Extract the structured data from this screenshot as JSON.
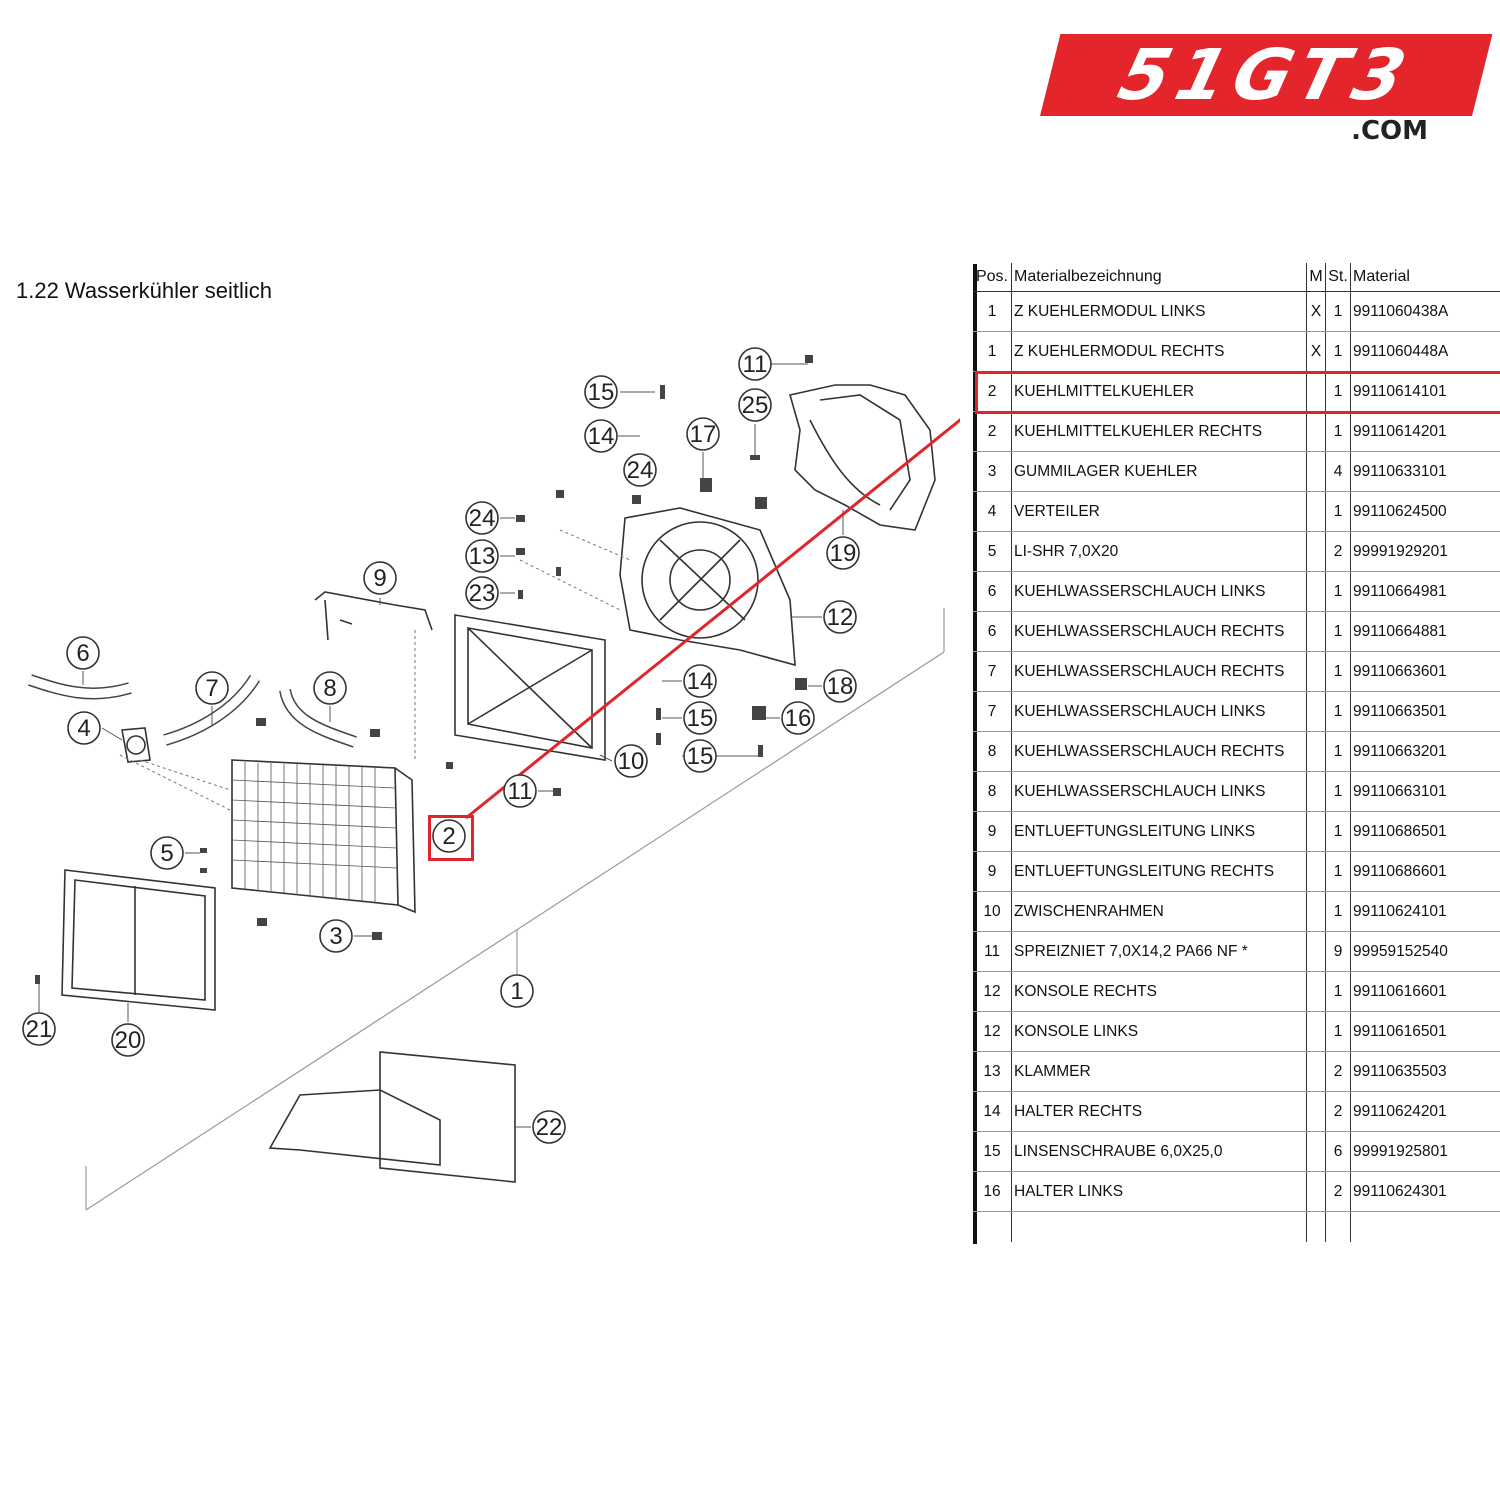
{
  "logo": {
    "text": "51GT3",
    "suffix": ".COM",
    "color": "#e4252b"
  },
  "diagram": {
    "title": "1.22  Wasserkühler seitlich",
    "callouts": [
      {
        "id": "c11a",
        "label": "11"
      },
      {
        "id": "c15a",
        "label": "15"
      },
      {
        "id": "c25",
        "label": "25"
      },
      {
        "id": "c14a",
        "label": "14"
      },
      {
        "id": "c17",
        "label": "17"
      },
      {
        "id": "c24a",
        "label": "24"
      },
      {
        "id": "c24b",
        "label": "24"
      },
      {
        "id": "c13",
        "label": "13"
      },
      {
        "id": "c19",
        "label": "19"
      },
      {
        "id": "c23",
        "label": "23"
      },
      {
        "id": "c9",
        "label": "9"
      },
      {
        "id": "c12",
        "label": "12"
      },
      {
        "id": "c6",
        "label": "6"
      },
      {
        "id": "c7",
        "label": "7"
      },
      {
        "id": "c8",
        "label": "8"
      },
      {
        "id": "c14b",
        "label": "14"
      },
      {
        "id": "c18",
        "label": "18"
      },
      {
        "id": "c4",
        "label": "4"
      },
      {
        "id": "c15b",
        "label": "15"
      },
      {
        "id": "c16",
        "label": "16"
      },
      {
        "id": "c10",
        "label": "10"
      },
      {
        "id": "c15c",
        "label": "15"
      },
      {
        "id": "c11b",
        "label": "11"
      },
      {
        "id": "c2",
        "label": "2"
      },
      {
        "id": "c5",
        "label": "5"
      },
      {
        "id": "c3",
        "label": "3"
      },
      {
        "id": "c1",
        "label": "1"
      },
      {
        "id": "c21",
        "label": "21"
      },
      {
        "id": "c20",
        "label": "20"
      },
      {
        "id": "c22",
        "label": "22"
      }
    ],
    "highlight_color": "#e0262b"
  },
  "table": {
    "headers": {
      "pos": "Pos.",
      "name": "Materialbezeichnung",
      "m": "M",
      "st": "St.",
      "material": "Material"
    },
    "rows": [
      {
        "pos": "1",
        "name": "Z KUEHLERMODUL LINKS",
        "m": "X",
        "st": "1",
        "material": "9911060438A"
      },
      {
        "pos": "1",
        "name": "Z KUEHLERMODUL RECHTS",
        "m": "X",
        "st": "1",
        "material": "9911060448A"
      },
      {
        "pos": "2",
        "name": "KUEHLMITTELKUEHLER",
        "m": "",
        "st": "1",
        "material": "99110614101"
      },
      {
        "pos": "2",
        "name": "KUEHLMITTELKUEHLER RECHTS",
        "m": "",
        "st": "1",
        "material": "99110614201"
      },
      {
        "pos": "3",
        "name": "GUMMILAGER KUEHLER",
        "m": "",
        "st": "4",
        "material": "99110633101"
      },
      {
        "pos": "4",
        "name": "VERTEILER",
        "m": "",
        "st": "1",
        "material": "99110624500"
      },
      {
        "pos": "5",
        "name": "LI-SHR 7,0X20",
        "m": "",
        "st": "2",
        "material": "99991929201"
      },
      {
        "pos": "6",
        "name": "KUEHLWASSERSCHLAUCH LINKS",
        "m": "",
        "st": "1",
        "material": "99110664981"
      },
      {
        "pos": "6",
        "name": "KUEHLWASSERSCHLAUCH RECHTS",
        "m": "",
        "st": "1",
        "material": "99110664881"
      },
      {
        "pos": "7",
        "name": "KUEHLWASSERSCHLAUCH RECHTS",
        "m": "",
        "st": "1",
        "material": "99110663601"
      },
      {
        "pos": "7",
        "name": "KUEHLWASSERSCHLAUCH LINKS",
        "m": "",
        "st": "1",
        "material": "99110663501"
      },
      {
        "pos": "8",
        "name": "KUEHLWASSERSCHLAUCH RECHTS",
        "m": "",
        "st": "1",
        "material": "99110663201"
      },
      {
        "pos": "8",
        "name": "KUEHLWASSERSCHLAUCH LINKS",
        "m": "",
        "st": "1",
        "material": "99110663101"
      },
      {
        "pos": "9",
        "name": "ENTLUEFTUNGSLEITUNG LINKS",
        "m": "",
        "st": "1",
        "material": "99110686501"
      },
      {
        "pos": "9",
        "name": "ENTLUEFTUNGSLEITUNG RECHTS",
        "m": "",
        "st": "1",
        "material": "99110686601"
      },
      {
        "pos": "10",
        "name": "ZWISCHENRAHMEN",
        "m": "",
        "st": "1",
        "material": "99110624101"
      },
      {
        "pos": "11",
        "name": "SPREIZNIET 7,0X14,2 PA66 NF *",
        "m": "",
        "st": "9",
        "material": "99959152540"
      },
      {
        "pos": "12",
        "name": "KONSOLE RECHTS",
        "m": "",
        "st": "1",
        "material": "99110616601"
      },
      {
        "pos": "12",
        "name": "KONSOLE LINKS",
        "m": "",
        "st": "1",
        "material": "99110616501"
      },
      {
        "pos": "13",
        "name": "KLAMMER",
        "m": "",
        "st": "2",
        "material": "99110635503"
      },
      {
        "pos": "14",
        "name": "HALTER RECHTS",
        "m": "",
        "st": "2",
        "material": "99110624201"
      },
      {
        "pos": "15",
        "name": "LINSENSCHRAUBE 6,0X25,0",
        "m": "",
        "st": "6",
        "material": "99991925801"
      },
      {
        "pos": "16",
        "name": "HALTER LINKS",
        "m": "",
        "st": "2",
        "material": "99110624301"
      }
    ]
  }
}
